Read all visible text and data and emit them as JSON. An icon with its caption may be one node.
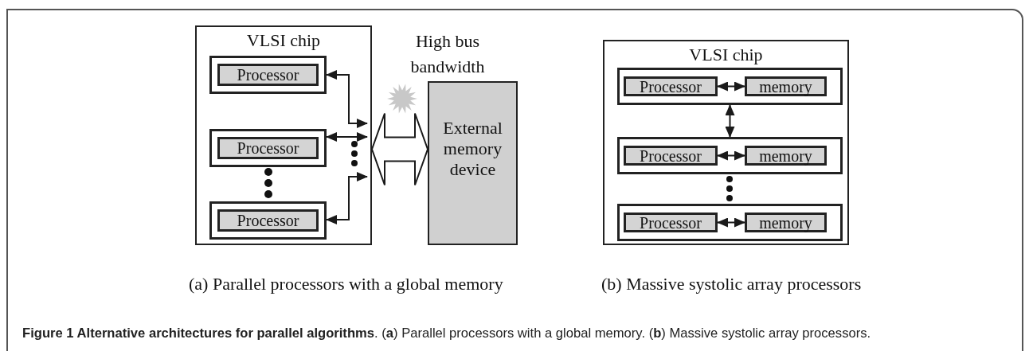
{
  "diagram": {
    "caption": "**Figure 1 Alternative architectures for parallel algorithms**. (**a**) Parallel processors with a global memory. (**b**) Massive systolic array processors.",
    "nodes": [
      {
        "text": [
          "VLSI chip"
        ]
      },
      {
        "text": [],
        "shape": "box",
        "in": 0
      },
      {
        "text": [
          "Processor"
        ],
        "in": 1
      },
      {
        "text": [],
        "shape": "box",
        "in": 0
      },
      {
        "text": [
          "Processor"
        ],
        "in": 3
      },
      {
        "text": [],
        "shape": "box",
        "in": 0
      },
      {
        "text": [
          "Processor"
        ],
        "in": 5
      },
      {
        "text": [
          "External memory device"
        ]
      },
      {
        "text": [
          "VLSI chip"
        ]
      },
      {
        "text": [],
        "shape": "box",
        "in": 8
      },
      {
        "text": [
          "Processor"
        ],
        "in": 9
      },
      {
        "text": [
          "memory"
        ],
        "in": 9
      },
      {
        "text": [],
        "shape": "box",
        "in": 8
      },
      {
        "text": [
          "Processor"
        ],
        "in": 12
      },
      {
        "text": [
          "memory"
        ],
        "in": 12
      },
      {
        "text": [],
        "shape": "box",
        "in": 8
      },
      {
        "text": [
          "Processor"
        ],
        "in": 15
      },
      {
        "text": [
          "memory"
        ],
        "in": 15
      }
    ],
    "edges": [
      {
        "from": 1,
        "to": null,
        "arrow": "both"
      },
      {
        "from": 3,
        "to": null,
        "arrow": "both"
      },
      {
        "from": 5,
        "to": null,
        "arrow": "both"
      },
      {
        "from": 0,
        "to": 7,
        "arrow": "both",
        "style": "thick"
      },
      {
        "from": 10,
        "to": 11,
        "arrow": "both"
      },
      {
        "from": 9,
        "to": 12,
        "arrow": "both"
      },
      {
        "from": 13,
        "to": 14,
        "arrow": "both"
      },
      {
        "from": 16,
        "to": 17,
        "arrow": "both"
      }
    ],
    "labels": [
      "High bus bandwidth",
      "(a) Parallel processors with a global memory",
      "(b) Massive systolic array processors"
    ]
  }
}
